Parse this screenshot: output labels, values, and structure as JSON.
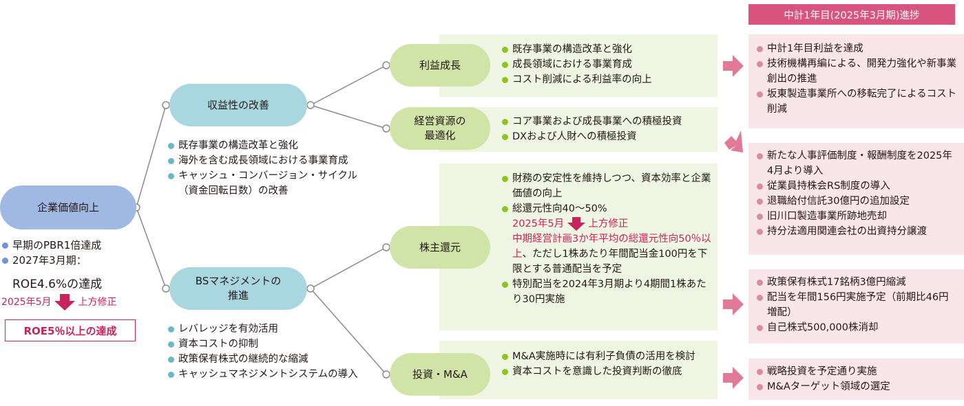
{
  "header": "中計1年目(2025年3月期)進捗",
  "root": {
    "label": "企業価値向上",
    "bullets": [
      "早期のPBR1倍達成",
      "2027年3月期："
    ],
    "roe": "ROE4.6%の達成",
    "revision_date": "2025年5月",
    "revision_label": "上方修正",
    "new_target": "ROE5％以上の達成"
  },
  "level2": [
    {
      "label": "収益性の改善",
      "bullets": [
        "既存事業の構造改革と強化",
        "海外を含む成長領域における事業育成",
        "キャッシュ・コンバージョン・サイクル（資金回転日数）の改善"
      ]
    },
    {
      "label_lines": [
        "BSマネジメントの",
        "推進"
      ],
      "bullets": [
        "レバレッジを有効活用",
        "資本コストの抑制",
        "政策保有株式の継続的な縮減",
        "キャッシュマネジメントシステムの導入"
      ]
    }
  ],
  "level3": [
    {
      "label_lines": [
        "利益成長"
      ],
      "bullets": [
        "既存事業の構造改革と強化",
        "成長領域における事業育成",
        "コスト削減による利益率の向上"
      ]
    },
    {
      "label_lines": [
        "経営資源の",
        "最適化"
      ],
      "bullets": [
        "コア事業および成長事業への積極投資",
        "DXおよび人財への積極投資"
      ]
    },
    {
      "label_lines": [
        "株主還元"
      ],
      "bullets": [
        "財務の安定性を維持しつつ、資本効率と企業価値の向上",
        "総還元性向40〜50%"
      ],
      "revision_date": "2025年5月",
      "revision_label": "上方修正",
      "revision_text": "中期経営計画3か年平均の総還元性向50％以上",
      "revision_cont": "、ただし1株あたり年間配当金100円を下限とする普通配当を予定",
      "bullets_after": [
        "特別配当を2024年3月期より4期間1株あたり30円実施"
      ]
    },
    {
      "label_lines": [
        "投資・M&A"
      ],
      "bullets": [
        "M&A実施時には有利子負債の活用を検討",
        "資本コストを意識した投資判断の徹底"
      ]
    }
  ],
  "progress": [
    [
      "中計1年目利益を達成",
      "技術機構再編による、開発力強化や新事業創出の推進",
      "坂東製造事業所への移転完了によるコスト削減"
    ],
    [
      "新たな人事評価制度・報酬制度を2025年4月より導入",
      "従業員持株会RS制度の導入",
      "退職給付信託30億円の追加設定",
      "旧川口製造事業所跡地売却",
      "持分法適用関連会社の出資持分譲渡"
    ],
    [
      "政策保有株式17銘柄3億円縮減",
      "配当を年間156円実施予定（前期比46円増配）",
      "自己株式500,000株消却"
    ],
    [
      "戦略投資を予定通り実施",
      "M&Aターゲット領域の選定"
    ]
  ],
  "colors": {
    "accent_pink": "#c7245b",
    "header_pink": "#d8547e",
    "root_blue": "#9fb9e2",
    "teal": "#a9d7e0",
    "green": "#cfe4a6"
  }
}
